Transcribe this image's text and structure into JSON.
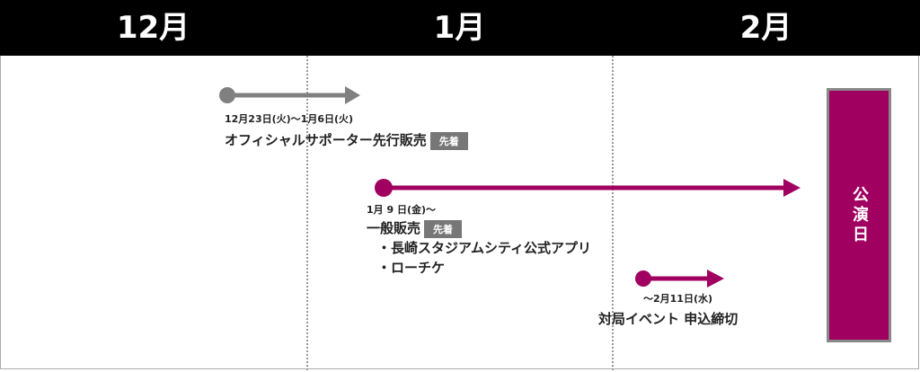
{
  "header": {
    "months": [
      "12月",
      "1月",
      "2月"
    ]
  },
  "colors": {
    "accent": "#a0005f",
    "gray": "#808080"
  },
  "events": [
    {
      "date": "12月23日(火)〜1月6日(火)",
      "title": "オフィシャルサポーター先行販売",
      "badge": "先着"
    },
    {
      "date": "1月 9 日(金)〜",
      "title": "一般販売",
      "badge": "先着",
      "items": [
        "・長崎スタジアムシティ公式アプリ",
        "・ローチケ"
      ]
    },
    {
      "date": "〜2月11日(水)",
      "title": "対局イベント 申込締切"
    }
  ],
  "performance_label": "公演日"
}
